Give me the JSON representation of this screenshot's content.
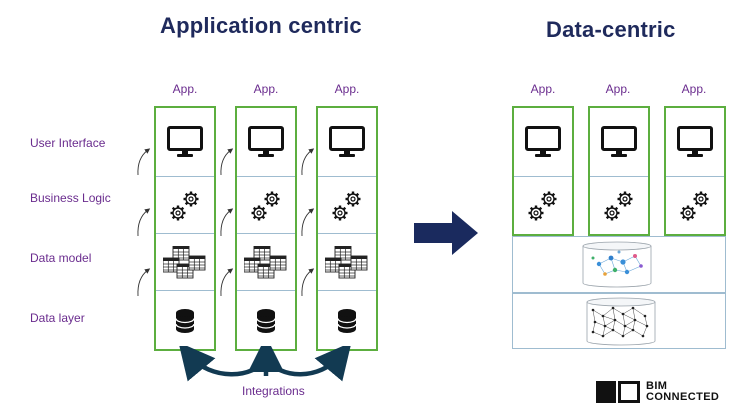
{
  "titles": {
    "left": "Application centric",
    "right": "Data-centric"
  },
  "app_label": "App.",
  "layers": [
    "User Interface",
    "Business Logic",
    "Data model",
    "Data layer"
  ],
  "integrations_label": "Integrations",
  "brand": {
    "line1": "BIM",
    "line2": "CONNECTED"
  },
  "colors": {
    "title": "#1f2a5c",
    "label": "#6a2c8e",
    "app_border": "#5cae3f",
    "arrow": "#1a2a5e",
    "divider": "#9fbcd0"
  },
  "icons": {
    "ui": "monitor-icon",
    "logic": "gears-icon",
    "model": "database-tables-icon",
    "data": "database-icon",
    "shared_model": "knowledge-graph-icon",
    "shared_data": "data-network-icon",
    "transition": "right-arrow-icon"
  }
}
